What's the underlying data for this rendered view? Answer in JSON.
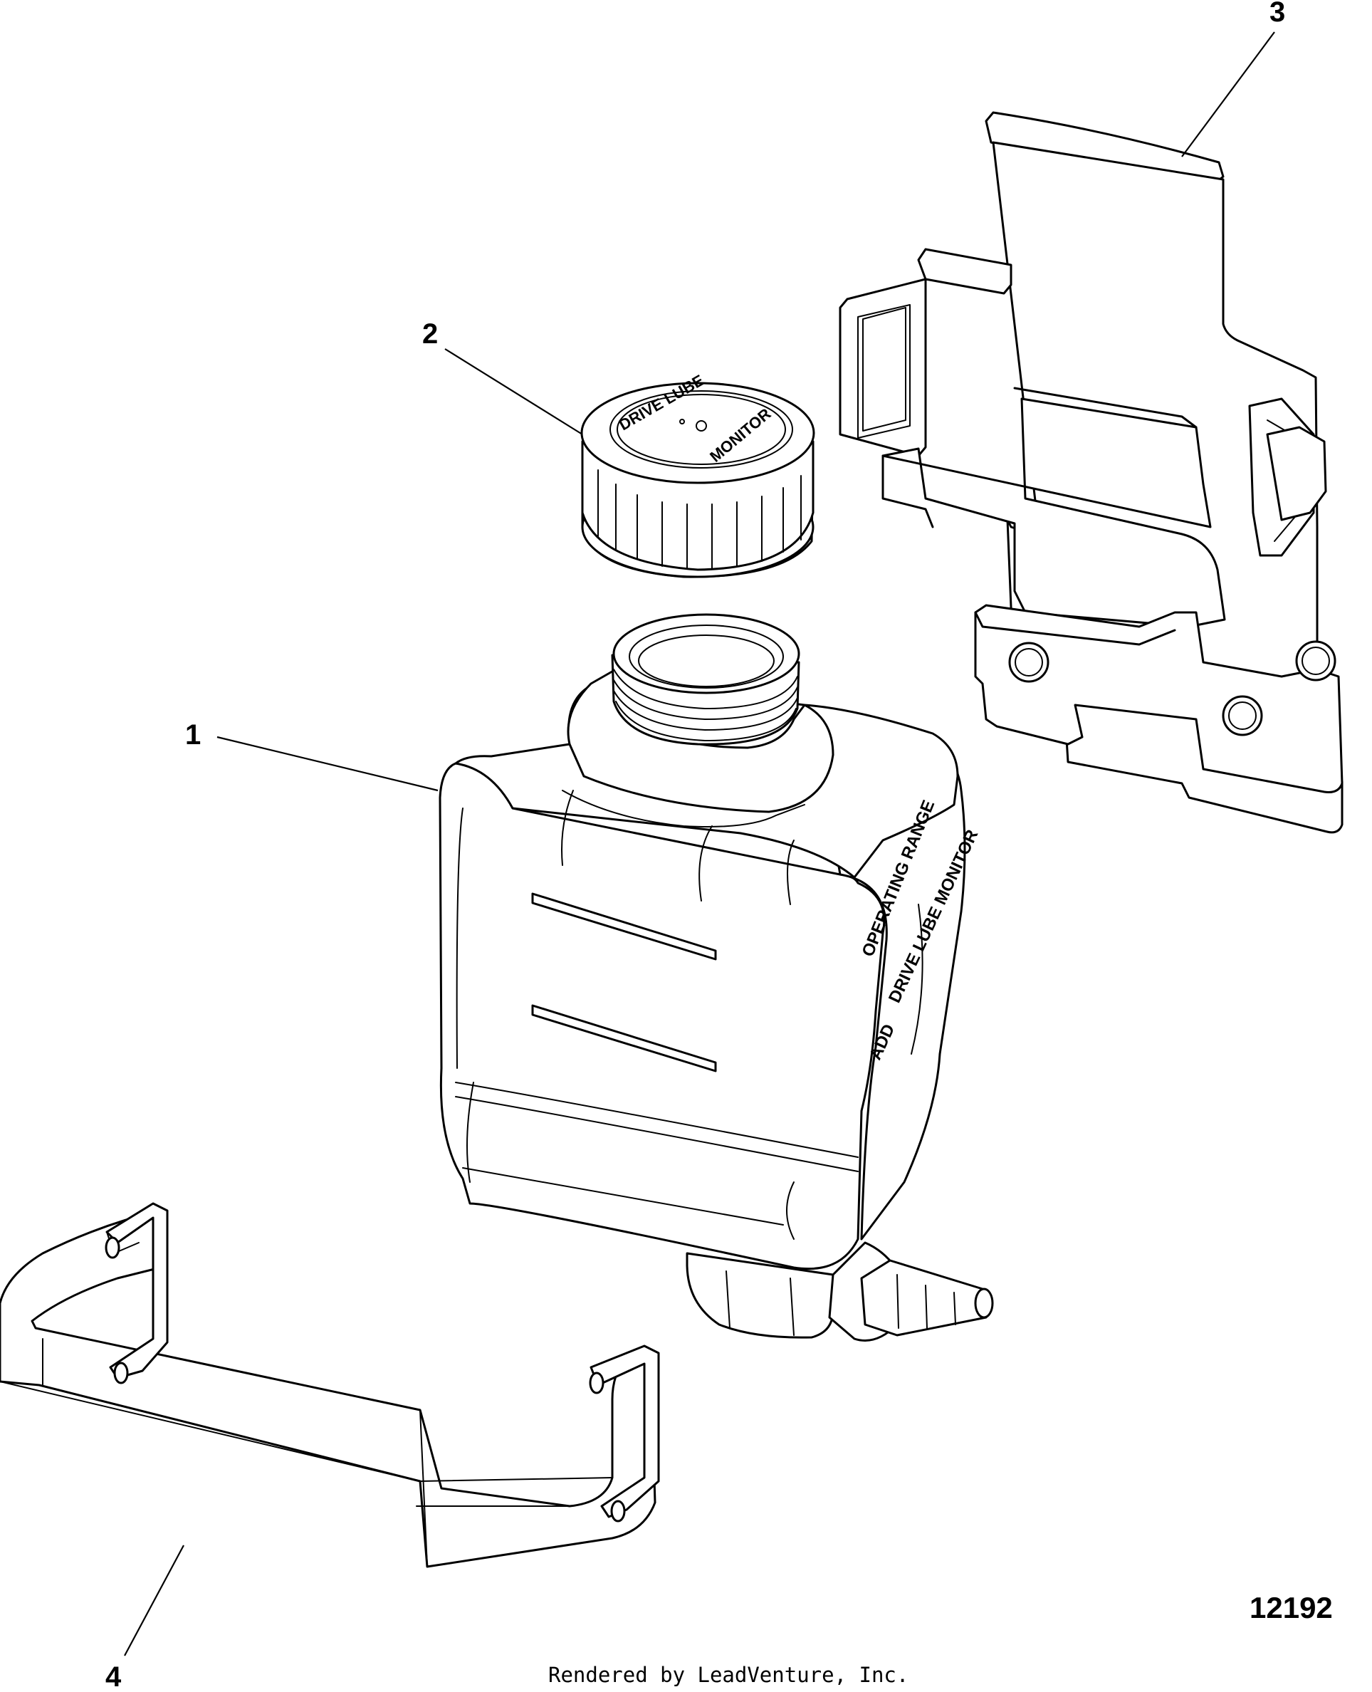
{
  "diagram": {
    "callouts": [
      {
        "id": "1",
        "label": "1"
      },
      {
        "id": "2",
        "label": "2"
      },
      {
        "id": "3",
        "label": "3"
      },
      {
        "id": "4",
        "label": "4"
      }
    ],
    "figure_number": "12192",
    "credit": "Rendered by LeadVenture, Inc.",
    "cap_text": {
      "top": "DRIVE LUBE",
      "right": "MONITOR"
    },
    "bottle_label": {
      "line1": "OPERATING RANGE",
      "line2": "DRIVE LUBE MONITOR",
      "line3": "ADD"
    }
  }
}
